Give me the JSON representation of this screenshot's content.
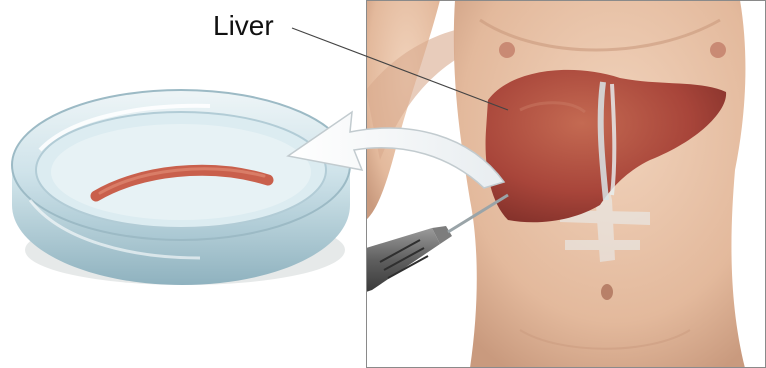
{
  "labels": {
    "liver": "Liver"
  },
  "colors": {
    "liver": "#a8453a",
    "skin": "#e8c2a6",
    "dish_glass": "#cfe3ea",
    "biopsy_sample": "#c9604c",
    "arrow": "#f4f6f7",
    "frame_border": "#8a8a8a"
  },
  "icons": {
    "arrow": "curved-arrow",
    "tool": "biopsy-needle"
  }
}
